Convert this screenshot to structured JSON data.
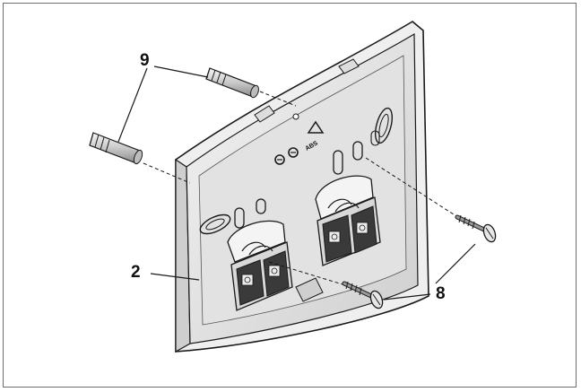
{
  "callouts": {
    "wall_plugs": "9",
    "base_plate": "2",
    "screws": "8"
  },
  "plate_marking": "ABS",
  "colors": {
    "line": "#1a1a1a",
    "plate": "#e9e9e9",
    "plate_face": "#dadada",
    "terminal": "#3a3a3a",
    "frame": "#6d6d6d"
  }
}
